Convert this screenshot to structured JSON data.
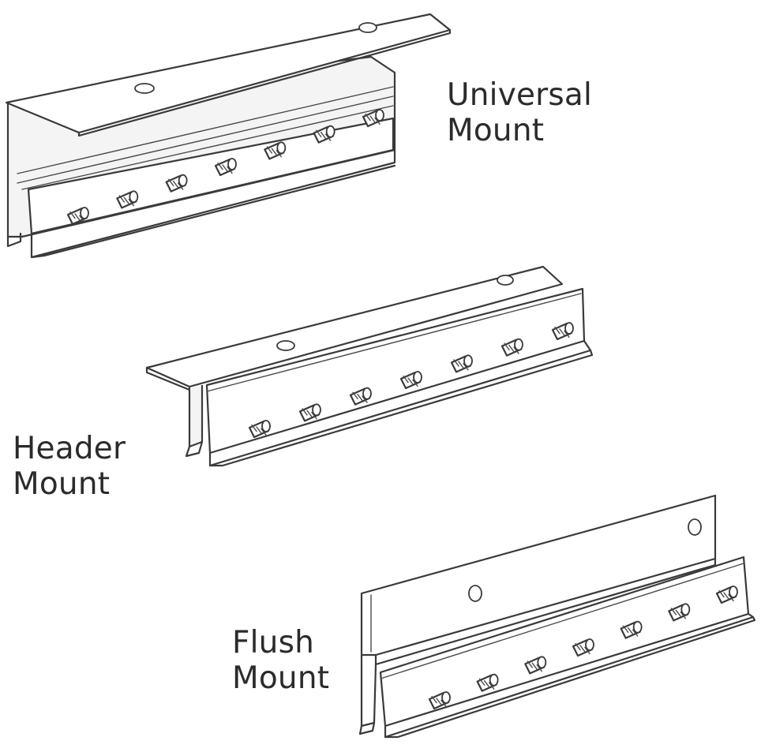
{
  "mounts": [
    {
      "id": "universal",
      "line1": "Universal",
      "line2": "Mount",
      "studs": 7,
      "holes": 2
    },
    {
      "id": "header",
      "line1": "Header",
      "line2": "Mount",
      "studs": 7,
      "holes": 2
    },
    {
      "id": "flush",
      "line1": "Flush",
      "line2": "Mount",
      "studs": 7,
      "holes": 2
    }
  ],
  "colors": {
    "line": "#3a3a3a",
    "text": "#2b2b2b",
    "background": "#ffffff"
  }
}
